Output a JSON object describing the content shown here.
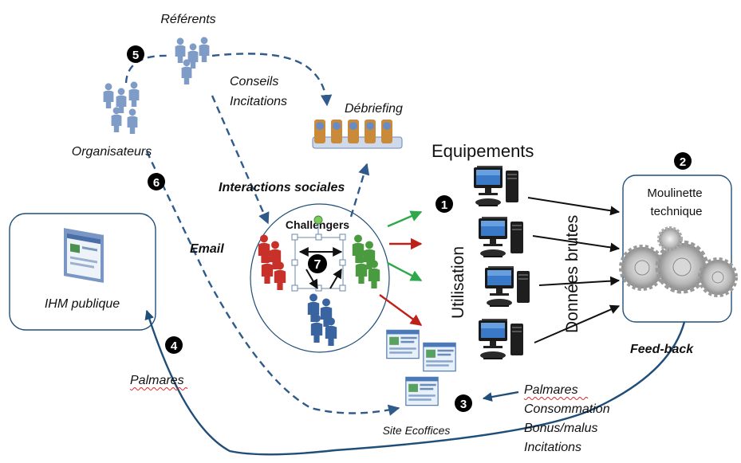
{
  "labels": {
    "referents": "Référents",
    "organisateurs": "Organisateurs",
    "conseils": "Conseils",
    "incitations": "Incitations",
    "debriefing": "Débriefing",
    "equipements": "Equipements",
    "interactions": "Interactions sociales",
    "email": "Email",
    "challengers": "Challengers",
    "utilisation": "Utilisation",
    "donnees": "Données brutes",
    "moulinette_1": "Moulinette",
    "moulinette_2": "technique",
    "feedback": "Feed-back",
    "ihm": "IHM publique",
    "palmares_left": "Palmares",
    "site": "Site Ecoffices",
    "list_1": "Palmares",
    "list_2": "Consommation",
    "list_3": "Bonus/malus",
    "list_4": "Incitations"
  },
  "steps": [
    "1",
    "2",
    "3",
    "4",
    "5",
    "6",
    "7"
  ],
  "colors": {
    "dash_blue": "#2e5a8c",
    "arrow_green": "#2ea84a",
    "arrow_red": "#c0201a",
    "person_red": "#c8302a",
    "person_green": "#4a9a40",
    "person_blue": "#3a64a0",
    "person_steel": "#7e9cc6"
  }
}
